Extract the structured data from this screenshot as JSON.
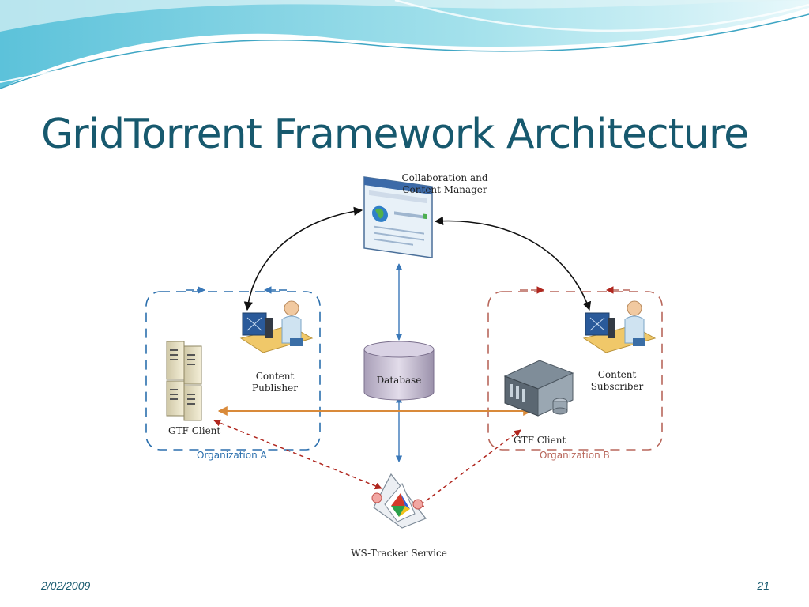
{
  "slide": {
    "title": "GridTorrent Framework Architecture",
    "date": "2/02/2009",
    "page_number": "21"
  },
  "diagram": {
    "nodes": {
      "manager_line1": "Collaboration and",
      "manager_line2": "Content Manager",
      "publisher_line1": "Content",
      "publisher_line2": "Publisher",
      "subscriber_line1": "Content",
      "subscriber_line2": "Subscriber",
      "database": "Database",
      "gtf_client_a": "GTF Client",
      "gtf_client_b": "GTF Client",
      "tracker": "WS-Tracker Service"
    },
    "groups": {
      "org_a": "Organization A",
      "org_b": "Organization B"
    },
    "colors": {
      "title": "#17596e",
      "org_a": "#2b6fad",
      "org_b": "#b8675b",
      "arrow_black": "#111111",
      "arrow_blue": "#3a78b8",
      "arrow_orange": "#d98a3a",
      "arrow_red_dashed": "#b0271f"
    },
    "icons": {
      "manager": "web-browser-window-icon",
      "publisher": "scientist-workstation-icon",
      "subscriber": "scientist-workstation-icon",
      "database": "database-cylinder-icon",
      "client_a": "server-tower-icon",
      "client_b": "rack-server-icon",
      "tracker": "tracker-prism-icon"
    }
  }
}
